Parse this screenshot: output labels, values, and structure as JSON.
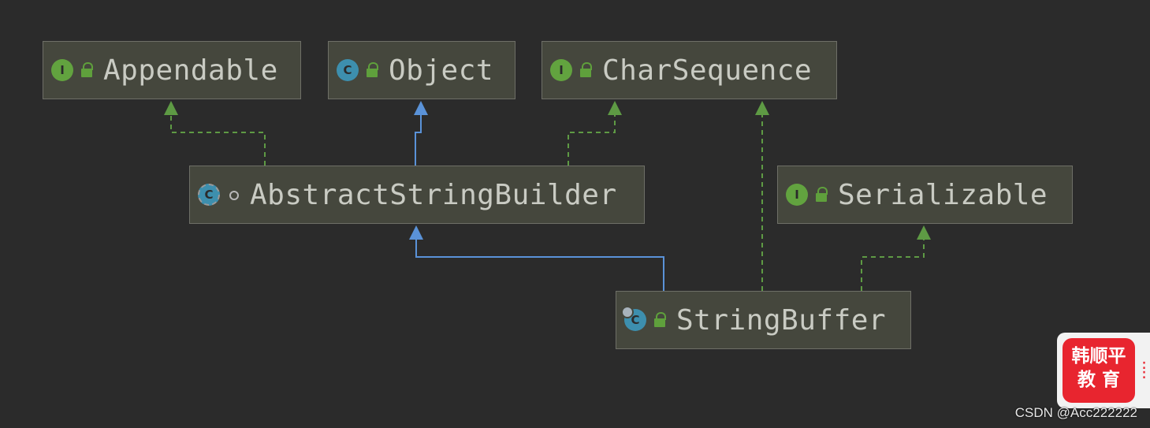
{
  "nodes": {
    "appendable": {
      "label": "Appendable",
      "kind": "I",
      "type": "interface"
    },
    "object": {
      "label": "Object",
      "kind": "C",
      "type": "class"
    },
    "charsequence": {
      "label": "CharSequence",
      "kind": "I",
      "type": "interface"
    },
    "abstractstringbuilder": {
      "label": "AbstractStringBuilder",
      "kind": "C",
      "type": "abstract class"
    },
    "serializable": {
      "label": "Serializable",
      "kind": "I",
      "type": "interface"
    },
    "stringbuffer": {
      "label": "StringBuffer",
      "kind": "C",
      "type": "final class"
    }
  },
  "edges": [
    {
      "from": "abstractstringbuilder",
      "to": "appendable",
      "relation": "implements"
    },
    {
      "from": "abstractstringbuilder",
      "to": "object",
      "relation": "extends"
    },
    {
      "from": "abstractstringbuilder",
      "to": "charsequence",
      "relation": "implements"
    },
    {
      "from": "stringbuffer",
      "to": "abstractstringbuilder",
      "relation": "extends"
    },
    {
      "from": "stringbuffer",
      "to": "charsequence",
      "relation": "implements"
    },
    {
      "from": "stringbuffer",
      "to": "serializable",
      "relation": "implements"
    }
  ],
  "colors": {
    "background": "#2b2b2b",
    "implements_edge": "#5e9a44",
    "extends_edge": "#5a92d8",
    "interface_icon": "#62a33f",
    "class_icon": "#3d8fae"
  },
  "watermark": {
    "logo_line1": "韩顺平",
    "logo_line2": "教 育",
    "credit": "CSDN @Acc222222"
  }
}
